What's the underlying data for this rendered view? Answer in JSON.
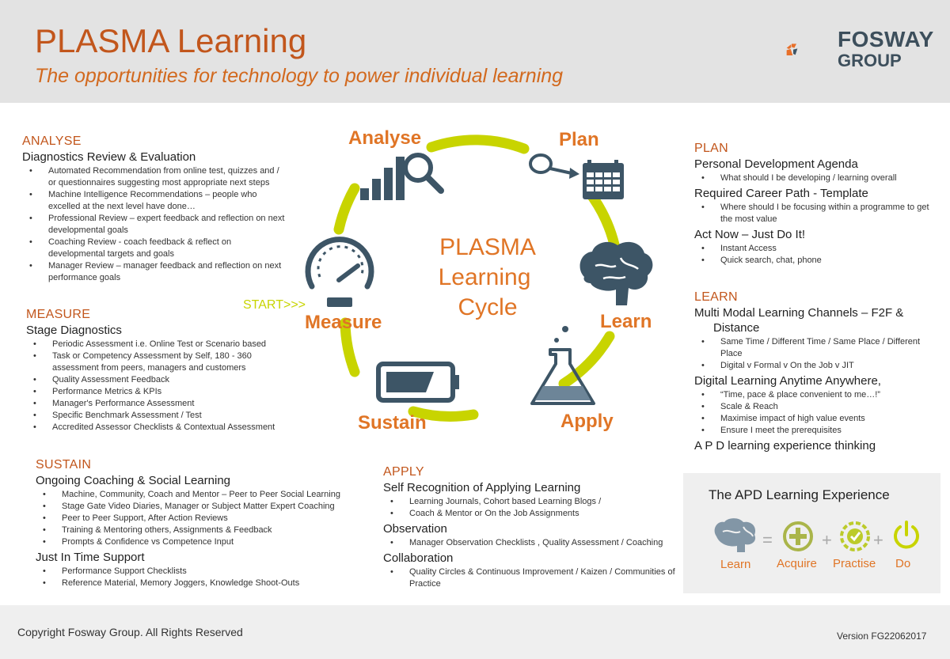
{
  "header": {
    "title": "PLASMA Learning",
    "subtitle": "The opportunities for technology to power individual learning",
    "logo_line1": "FOSWAY",
    "logo_line2": "GROUP"
  },
  "cycle": {
    "center_line1": "PLASMA",
    "center_line2": "Learning",
    "center_line3": "Cycle",
    "start": "START>>>",
    "stages": {
      "analyse": "Analyse",
      "plan": "Plan",
      "learn": "Learn",
      "apply": "Apply",
      "sustain": "Sustain",
      "measure": "Measure"
    }
  },
  "analyse": {
    "title": "ANALYSE",
    "sub": "Diagnostics Review & Evaluation",
    "items": [
      "Automated Recommendation from online test, quizzes  and / or questionnaires suggesting most appropriate next steps",
      "Machine Intelligence Recommendations – people who excelled at the next level have done…",
      "Professional Review – expert feedback and reflection on next developmental goals",
      "Coaching Review  - coach feedback & reflect on developmental targets and goals",
      "Manager Review – manager feedback and reflection on next performance goals"
    ]
  },
  "measure": {
    "title": "MEASURE",
    "sub": "Stage Diagnostics",
    "items": [
      "Periodic Assessment  i.e.  Online Test or Scenario based",
      "Task or Competency Assessment by Self, 180 - 360 assessment from peers, managers and customers",
      "Quality Assessment Feedback",
      "Performance Metrics & KPIs",
      "Manager's Performance Assessment",
      "Specific Benchmark Assessment  / Test",
      "Accredited Assessor Checklists & Contextual Assessment"
    ]
  },
  "sustain": {
    "title": "SUSTAIN",
    "sub1": "Ongoing Coaching & Social Learning",
    "items1": [
      "Machine, Community, Coach and Mentor – Peer to Peer Social Learning",
      "Stage Gate Video Diaries, Manager or Subject Matter Expert Coaching",
      "Peer to Peer Support, After Action Reviews",
      "Training & Mentoring others, Assignments &  Feedback",
      "Prompts & Confidence vs Competence Input"
    ],
    "sub2": "Just In Time Support",
    "items2": [
      "Performance Support Checklists",
      "Reference Material,  Memory Joggers, Knowledge Shoot-Outs"
    ]
  },
  "apply": {
    "title": "APPLY",
    "sub1": "Self Recognition of Applying Learning",
    "items1": [
      "Learning Journals, Cohort based Learning Blogs  /",
      "Coach & Mentor or On the Job Assignments"
    ],
    "sub2": "Observation",
    "items2": [
      "Manager Observation Checklists , Quality Assessment  / Coaching"
    ],
    "sub3": "Collaboration",
    "items3": [
      "Quality Circles & Continuous Improvement / Kaizen  / Communities of Practice"
    ]
  },
  "plan": {
    "title": "PLAN",
    "sub1": "Personal Development Agenda",
    "items1": [
      "What should I be developing / learning overall"
    ],
    "sub2": "Required Career Path - Template",
    "items2": [
      "Where should I be focusing within a programme to get the most value"
    ],
    "sub3": "Act Now – Just Do It!",
    "items3": [
      "Instant Access",
      "Quick search, chat, phone"
    ]
  },
  "learn": {
    "title": "LEARN",
    "sub1a": "Multi Modal Learning Channels – F2F &",
    "sub1b": "Distance",
    "items1": [
      "Same Time / Different Time / Same Place / Different Place",
      "Digital v Formal v On the Job v JIT"
    ],
    "sub2": "Digital Learning Anytime Anywhere,",
    "items2": [
      "“Time, pace & place convenient to me…!”",
      "Scale & Reach",
      "Maximise impact of high value events",
      "Ensure I meet the prerequisites"
    ],
    "sub3": "A P D learning experience thinking"
  },
  "apd": {
    "title": "The APD Learning Experience",
    "learn": "Learn",
    "acquire": "Acquire",
    "practise": "Practise",
    "do": "Do",
    "eq": "=",
    "plus": "+"
  },
  "footer": {
    "copyright": "Copyright Fosway Group. All Rights Reserved",
    "version": "Version FG22062017"
  },
  "colors": {
    "orange": "#e07526",
    "title_orange": "#c2561c",
    "lime": "#c8d400",
    "slate": "#3d5566"
  }
}
